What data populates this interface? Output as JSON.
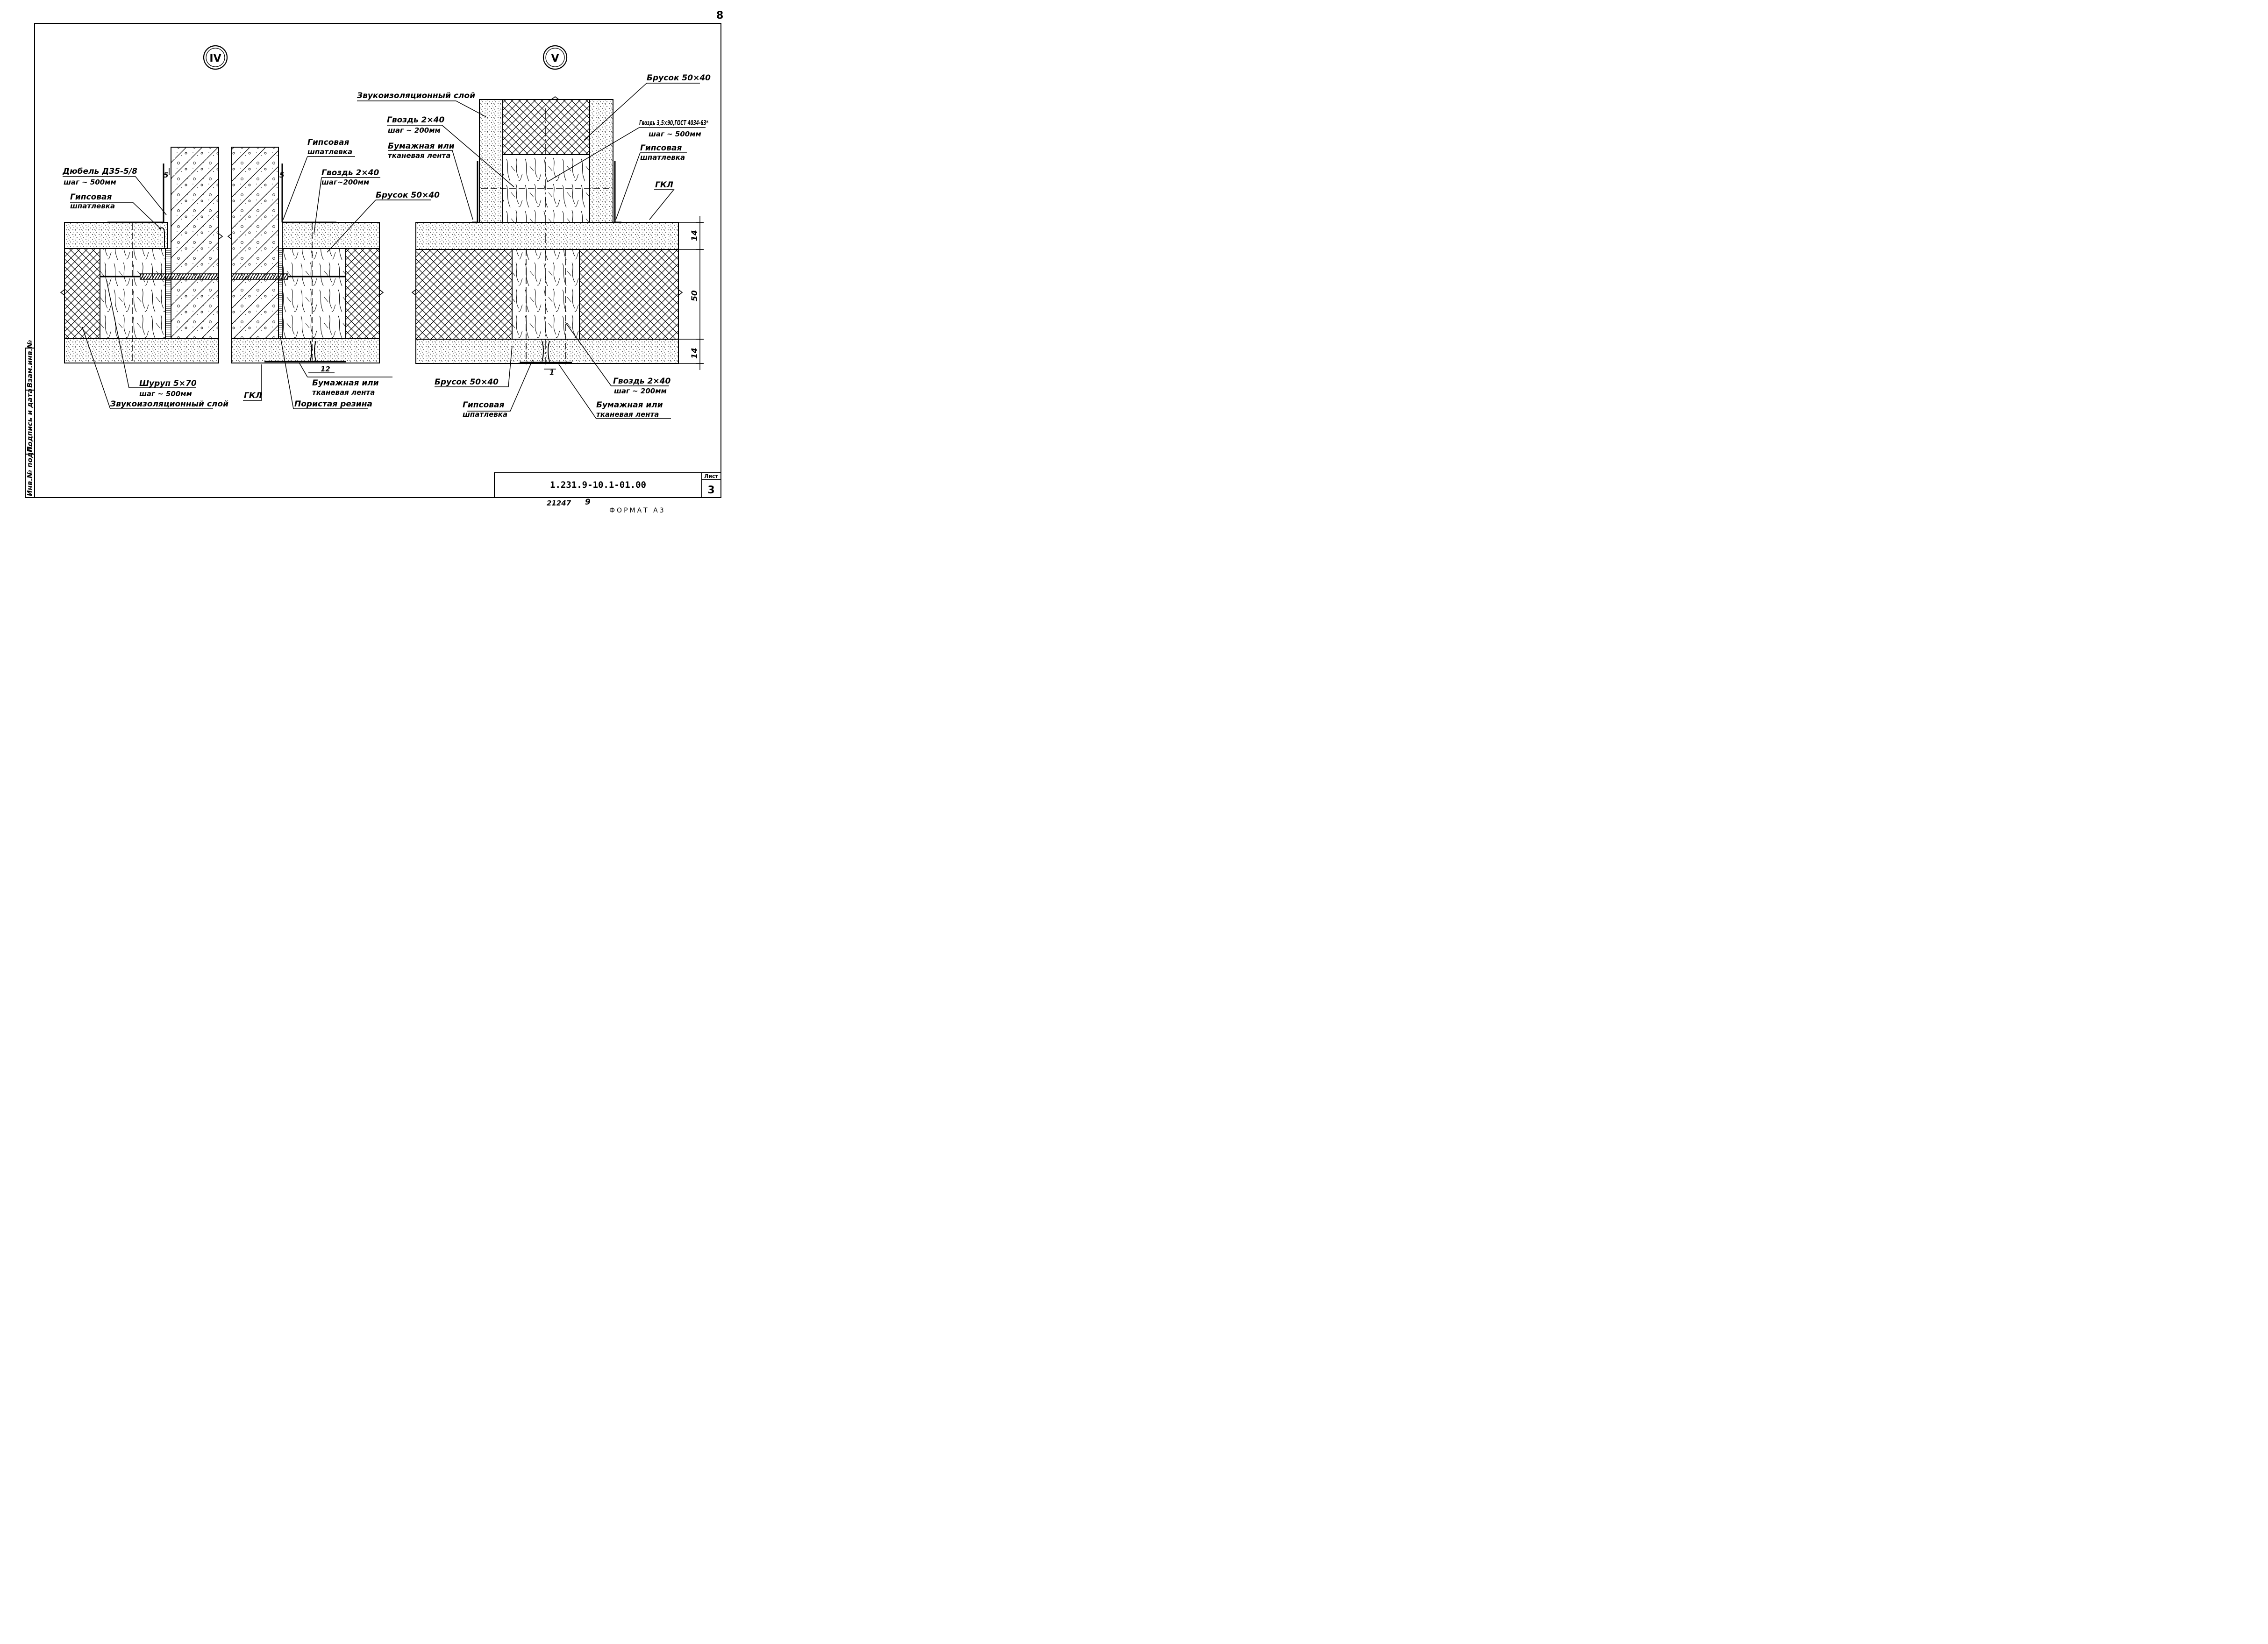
{
  "page_number": "8",
  "details": {
    "iv": {
      "marker": "IV",
      "labels": {
        "dowel": "Дюбель Д35-5/8",
        "dowel_step": "шаг ~ 500мм",
        "dim_5_left": "5",
        "gypsum_putty_left": "Гипсовая",
        "gypsum_putty_left_2": "шпатлевка",
        "screw": "Шуруп 5×70",
        "screw_step": "шаг ~ 500мм",
        "sound_layer": "Звукоизоляционный слой",
        "gypsum_putty_right": "Гипсовая",
        "gypsum_putty_right_2": "шпатлевка",
        "dim_5_right": "5",
        "nail": "Гвоздь 2×40",
        "nail_step": "шаг~200мм",
        "bar": "Брусок 50×40",
        "dim_12": "12",
        "tape": "Бумажная или",
        "tape_2": "тканевая лента",
        "gkl": "ГКЛ",
        "rubber": "Пористая резина"
      }
    },
    "v": {
      "marker": "V",
      "labels": {
        "bar_top": "Брусок 50×40",
        "sound_layer": "Звукоизоляционный слой",
        "nail_left": "Гвоздь 2×40",
        "nail_left_step": "шаг ~ 200мм",
        "nail_right": "Гвоздь 3,5×90,ГОСТ 4034-63*",
        "nail_right_step": "шаг ~ 500мм",
        "tape_top": "Бумажная или",
        "tape_top_2": "тканевая лента",
        "gypsum_putty_top": "Гипсовая",
        "gypsum_putty_top_2": "шпатлевка",
        "gkl": "ГКЛ",
        "dim_14_top": "14",
        "dim_50": "50",
        "dim_14_bottom": "14",
        "bar_bottom": "Брусок 50×40",
        "dim_1": "1",
        "gypsum_putty_bottom": "Гипсовая",
        "gypsum_putty_bottom_2": "шпатлевка",
        "nail_bottom": "Гвоздь 2×40",
        "nail_bottom_step": "шаг ~ 200мм",
        "tape_bottom": "Бумажная или",
        "tape_bottom_2": "тканевая лента"
      }
    }
  },
  "side_stamp": [
    "Инв.№ подл.",
    "Подпись и дата",
    "Взам.инв.№"
  ],
  "title_block": {
    "doc_code": "1.231.9-10.1-01.00",
    "sheet_label": "Лист",
    "sheet_number": "3"
  },
  "footer": {
    "inventory": "21247",
    "copy": "9",
    "format": "ФОРМАТ А3"
  }
}
